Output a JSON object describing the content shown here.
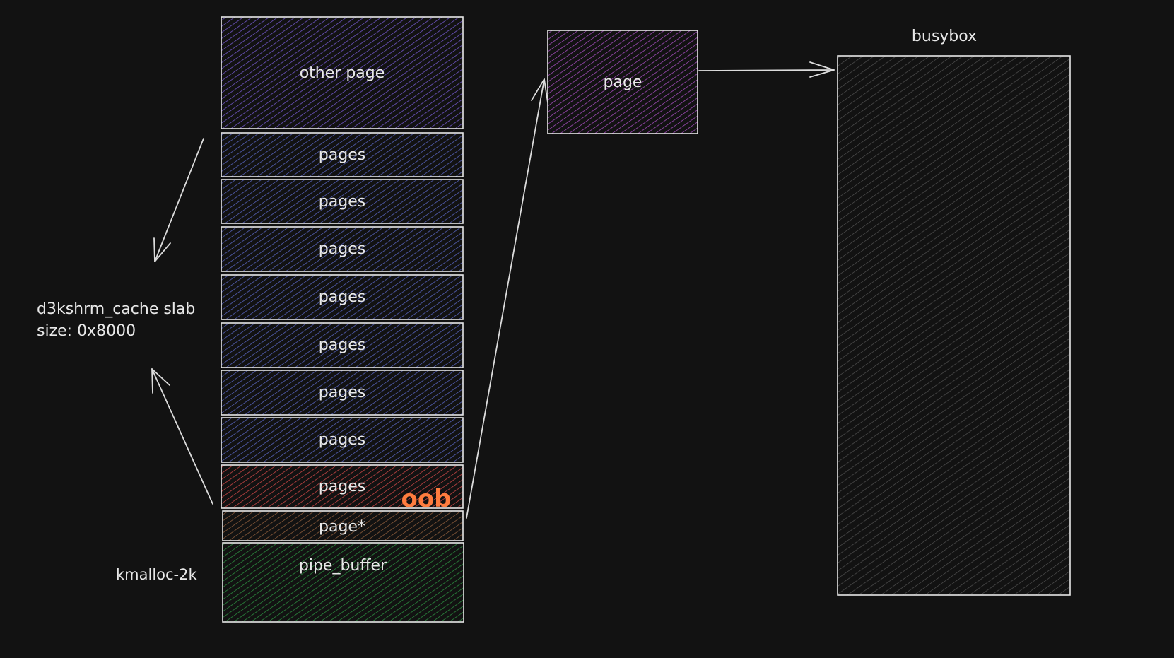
{
  "colors": {
    "background": "#121212",
    "other_page": "#6f55c4",
    "pages": "#5561b8",
    "pages_oob": "#c54545",
    "page_ptr": "#8a5a3a",
    "pipe_buffer": "#2b8a3e",
    "page": "#a04bb8",
    "busybox": "#6a6a6a",
    "oob_text": "#ff7c3e"
  },
  "slab": {
    "title_line1": "d3kshrm_cache slab",
    "title_line2": "size: 0x8000"
  },
  "kmalloc_label": "kmalloc-2k",
  "stack": {
    "other_page": "other page",
    "pages": [
      "pages",
      "pages",
      "pages",
      "pages",
      "pages",
      "pages",
      "pages"
    ],
    "pages_oob": "pages",
    "oob_mark": "oob",
    "page_ptr": "page*",
    "pipe_buffer": "pipe_buffer"
  },
  "page_box": {
    "label": "page"
  },
  "busybox": {
    "label": "busybox"
  }
}
